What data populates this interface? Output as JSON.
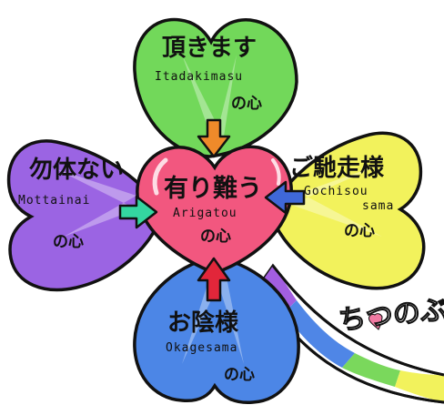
{
  "center": {
    "jp": "有り難う",
    "romaji": "Arigatou",
    "suffix": "の心",
    "color": "#f2577f"
  },
  "leaves": {
    "top": {
      "jp": "頂きます",
      "romaji": "Itadakimasu",
      "suffix": "の心",
      "color": "#72d85a",
      "arrow_color": "#ef8a2a"
    },
    "left": {
      "jp": "勿体ない",
      "romaji": "Mottainai",
      "suffix": "の心",
      "color": "#9b64e3",
      "arrow_color": "#34d6a0"
    },
    "right": {
      "jp": "ご馳走様",
      "romaji_1": "Gochisou",
      "romaji_2": "sama",
      "suffix": "の心",
      "color": "#f2f25c",
      "arrow_color": "#3f68d8"
    },
    "bottom": {
      "jp": "お陰様",
      "romaji": "Okagesama",
      "suffix": "の心",
      "color": "#4c86e6",
      "arrow_color": "#e2263a"
    }
  },
  "brand": {
    "text": "ちつのぶ",
    "color": "#ffffff",
    "heart_color": "#f07aa2"
  },
  "stem_colors": [
    "#a25ee0",
    "#4f86e6",
    "#7ad85c",
    "#f2f25c"
  ]
}
